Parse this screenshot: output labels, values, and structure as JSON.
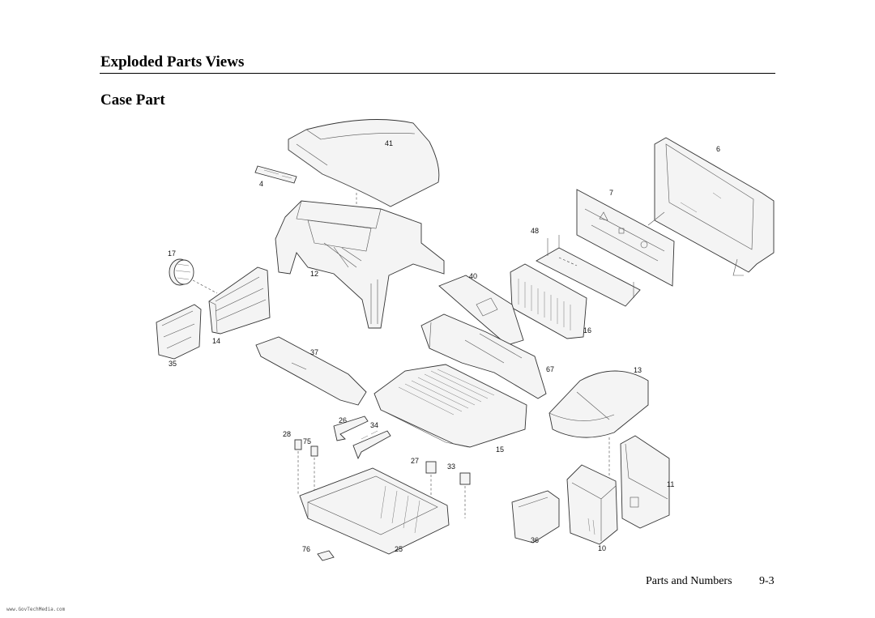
{
  "header": {
    "section_title": "Exploded Parts Views",
    "sub_title": "Case Part"
  },
  "diagram": {
    "part_labels": {
      "p41": "41",
      "p4": "4",
      "p6": "6",
      "p7": "7",
      "p48": "48",
      "p17": "17",
      "p12": "12",
      "p40": "40",
      "p16": "16",
      "p14": "14",
      "p37": "37",
      "p35": "35",
      "p67": "67",
      "p13": "13",
      "p26": "26",
      "p34": "34",
      "p28": "28",
      "p75": "75",
      "p15": "15",
      "p27": "27",
      "p33": "33",
      "p11": "11",
      "p36": "36",
      "p76": "76",
      "p25": "25",
      "p10": "10"
    }
  },
  "footer": {
    "label": "Parts and Numbers",
    "page": "9-3",
    "watermark": "www.GovTechMedia.com"
  }
}
